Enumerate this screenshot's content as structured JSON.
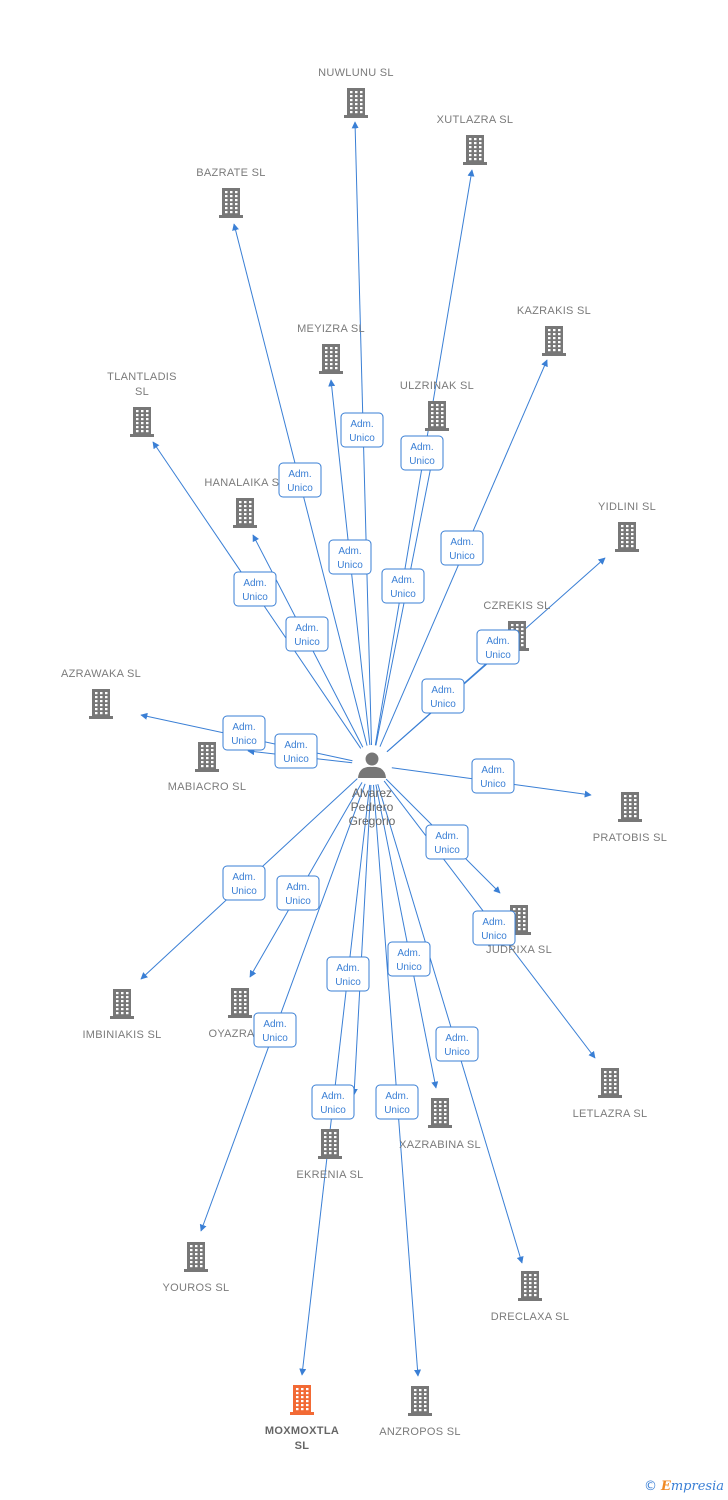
{
  "colors": {
    "edge": "#3a7fd5",
    "building": "#777777",
    "building_highlight": "#f26a35",
    "person": "#777777"
  },
  "center": {
    "name_lines": [
      "Alvarez",
      "Pedrero",
      "Gregorio"
    ],
    "icon": "person-icon"
  },
  "relation_label": [
    "Adm.",
    "Unico"
  ],
  "nodes": [
    {
      "id": "nuwlunu",
      "label_lines": [
        "NUWLUNU SL"
      ],
      "icon": "building-icon"
    },
    {
      "id": "xutlazra",
      "label_lines": [
        "XUTLAZRA SL"
      ],
      "icon": "building-icon"
    },
    {
      "id": "bazrate",
      "label_lines": [
        "BAZRATE SL"
      ],
      "icon": "building-icon"
    },
    {
      "id": "kazrakis",
      "label_lines": [
        "KAZRAKIS SL"
      ],
      "icon": "building-icon"
    },
    {
      "id": "meyizra",
      "label_lines": [
        "MEYIZRA SL"
      ],
      "icon": "building-icon"
    },
    {
      "id": "ulzrinak",
      "label_lines": [
        "ULZRINAK SL"
      ],
      "icon": "building-icon"
    },
    {
      "id": "tlantladis",
      "label_lines": [
        "TLANTLADIS",
        "SL"
      ],
      "icon": "building-icon"
    },
    {
      "id": "hanalaika",
      "label_lines": [
        "HANALAIKA SL"
      ],
      "icon": "building-icon"
    },
    {
      "id": "yidlini",
      "label_lines": [
        "YIDLINI SL"
      ],
      "icon": "building-icon"
    },
    {
      "id": "czrekis",
      "label_lines": [
        "CZREKIS SL"
      ],
      "icon": "building-icon"
    },
    {
      "id": "azrawaka",
      "label_lines": [
        "AZRAWAKA SL"
      ],
      "icon": "building-icon"
    },
    {
      "id": "mabiacro",
      "label_lines": [
        "MABIACRO SL"
      ],
      "icon": "building-icon"
    },
    {
      "id": "pratobis",
      "label_lines": [
        "PRATOBIS SL"
      ],
      "icon": "building-icon"
    },
    {
      "id": "judrixa",
      "label_lines": [
        "JUDRIXA SL"
      ],
      "icon": "building-icon"
    },
    {
      "id": "imbiniakis",
      "label_lines": [
        "IMBINIAKIS SL"
      ],
      "icon": "building-icon"
    },
    {
      "id": "oyazra",
      "label_lines": [
        "OYAZRA SL"
      ],
      "icon": "building-icon"
    },
    {
      "id": "letlazra",
      "label_lines": [
        "LETLAZRA SL"
      ],
      "icon": "building-icon"
    },
    {
      "id": "xazrabina",
      "label_lines": [
        "XAZRABINA SL"
      ],
      "icon": "building-icon"
    },
    {
      "id": "ekrenia",
      "label_lines": [
        "EKRENIA SL"
      ],
      "icon": "building-icon"
    },
    {
      "id": "youros",
      "label_lines": [
        "YOUROS SL"
      ],
      "icon": "building-icon"
    },
    {
      "id": "dreclaxa",
      "label_lines": [
        "DRECLAXA SL"
      ],
      "icon": "building-icon"
    },
    {
      "id": "moxmoxtla",
      "label_lines": [
        "MOXMOXTLA",
        "SL"
      ],
      "icon": "building-icon",
      "highlight": true
    },
    {
      "id": "anzropos",
      "label_lines": [
        "ANZROPOS SL"
      ],
      "icon": "building-icon"
    }
  ],
  "footer": {
    "copyright_symbol": "©",
    "brand_initial": "E",
    "brand_rest": "mpresia"
  }
}
